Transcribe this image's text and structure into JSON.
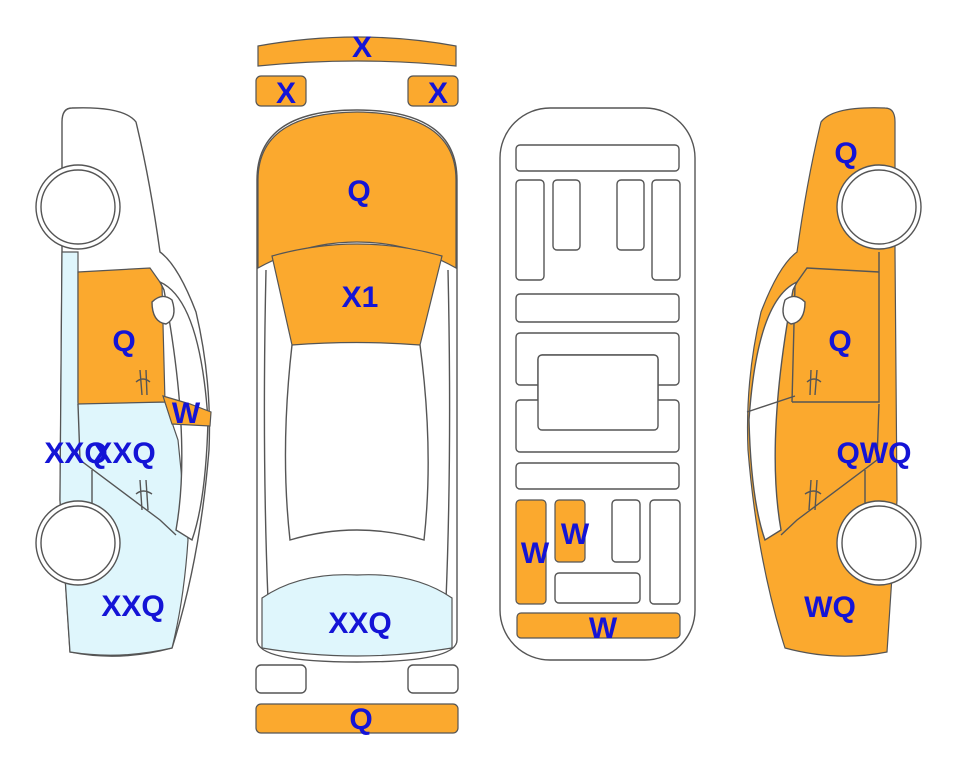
{
  "colors": {
    "damaged": "#FBA92E",
    "repaired": "#DFF6FC",
    "label": "#1414D6"
  },
  "labels": {
    "front_bumper": "X",
    "front_left_light": "X",
    "front_right_light": "X",
    "hood": "Q",
    "windshield": "X1",
    "rear_window": "XXQ",
    "rear_bumper": "Q",
    "left_front_door": "Q",
    "left_mirror": "W",
    "left_rear_door_a": "XXQ",
    "left_rear_door_b": "XXQ",
    "left_rear_quarter": "XXQ",
    "under_rear_mid": "W",
    "under_rear_left": "W",
    "under_rear_bar": "W",
    "right_front_fender": "Q",
    "right_front_door": "Q",
    "right_rear_door": "QWQ",
    "right_rear_quarter": "WQ"
  }
}
